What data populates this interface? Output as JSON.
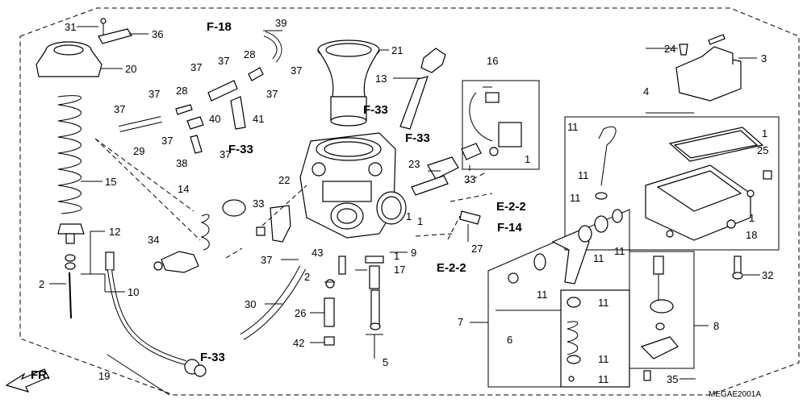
{
  "labels": {
    "p1": "1",
    "p2": "2",
    "p3": "3",
    "p4": "4",
    "p5": "5",
    "p6": "6",
    "p7": "7",
    "p8": "8",
    "p9": "9",
    "p10": "10",
    "p11": "11",
    "p12": "12",
    "p13": "13",
    "p14": "14",
    "p15": "15",
    "p16": "16",
    "p17": "17",
    "p18": "18",
    "p19": "19",
    "p20": "20",
    "p21": "21",
    "p22": "22",
    "p23": "23",
    "p24": "24",
    "p25": "25",
    "p26": "26",
    "p27": "27",
    "p28": "28",
    "p29": "29",
    "p30": "30",
    "p31": "31",
    "p32": "32",
    "p33": "33",
    "p34": "34",
    "p35": "35",
    "p36": "36",
    "p37": "37",
    "p38": "38",
    "p39": "39",
    "p40": "40",
    "p41": "41",
    "p42": "42",
    "p43": "43"
  },
  "refs": {
    "f18": "F-18",
    "f33": "F-33",
    "f14": "F-14",
    "e22": "E-2-2"
  },
  "orientation": "FR.",
  "diagram_code": "MEGAE2001A"
}
